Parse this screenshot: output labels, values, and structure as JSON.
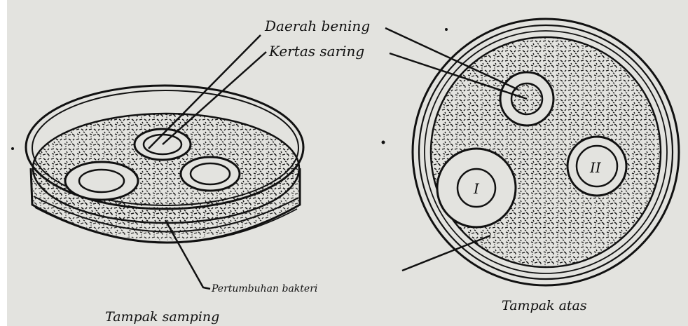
{
  "labels": {
    "inhibition_zone": "Daerah bening",
    "filter_paper": "Kertas saring",
    "bacterial_growth": "Pertumbuhan bakteri",
    "side_view": "Tampak samping",
    "top_view": "Tampak atas"
  },
  "disk_marks": {
    "left": "I",
    "right": "II"
  },
  "colors": {
    "paper": "#e3e3df",
    "ink": "#111111",
    "frame": "#ffffff"
  }
}
